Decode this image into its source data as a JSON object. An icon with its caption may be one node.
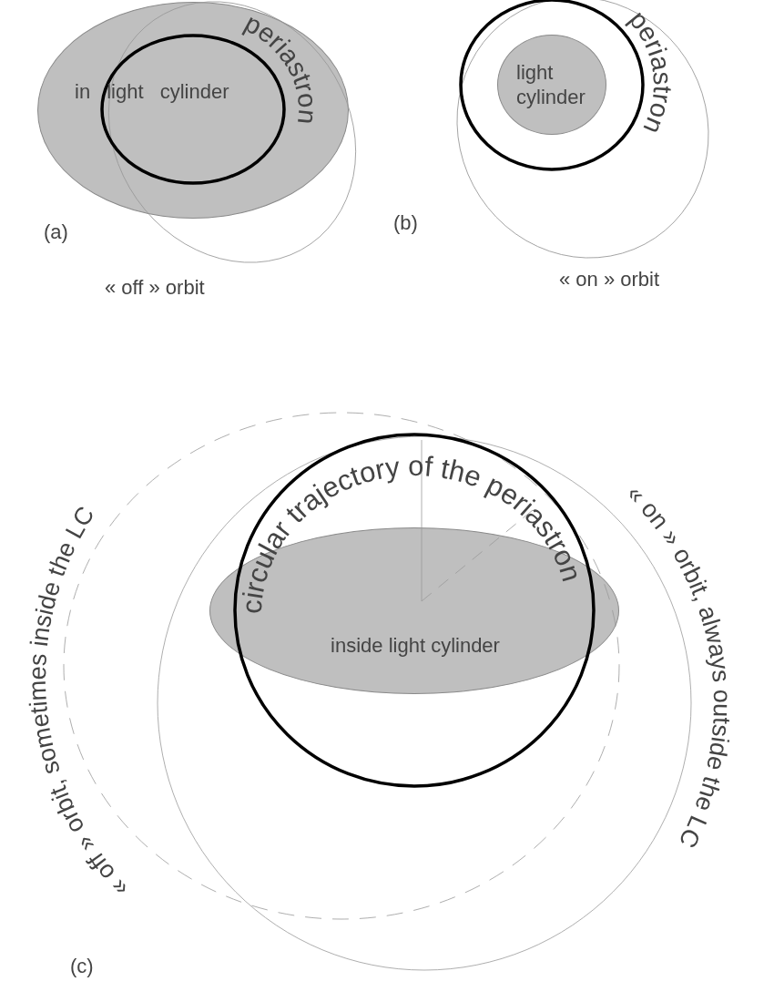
{
  "diagram": {
    "nodes": [
      {
        "text": [
          "in light cylinder"
        ]
      },
      {
        "text": [
          "light cylinder"
        ]
      },
      {
        "text": [
          "inside light cylinder"
        ]
      }
    ],
    "labels": [
      "periastron",
      "(a)",
      "« off » orbit",
      "periastron",
      "(b)",
      "« on » orbit",
      "circular trajectory of the periastron",
      "« off » orbit, sometimes inside the LC",
      "« on » orbit, always outside the LC",
      "(c)"
    ]
  }
}
